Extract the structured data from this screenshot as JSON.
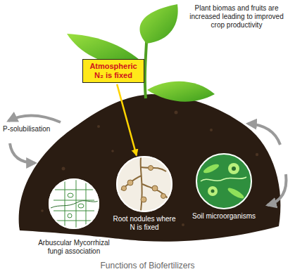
{
  "diagram": {
    "caption": "Functions of Biofertilizers",
    "nodes": [
      {
        "text": [
          "Atmospheric N₂ is fixed"
        ]
      },
      {
        "text": [
          "Arbuscular Mycorrhizal fungi association"
        ]
      },
      {
        "text": [
          "Root nodules where N is fixed"
        ]
      },
      {
        "text": [
          "Soil microorganisms"
        ]
      }
    ],
    "edges": [
      {
        "from": 0,
        "to": 2,
        "arrow": "to"
      }
    ],
    "labels": [
      "Plant biomas and fruits are increased leading to improved crop productivity",
      "P-solubilisation"
    ]
  }
}
